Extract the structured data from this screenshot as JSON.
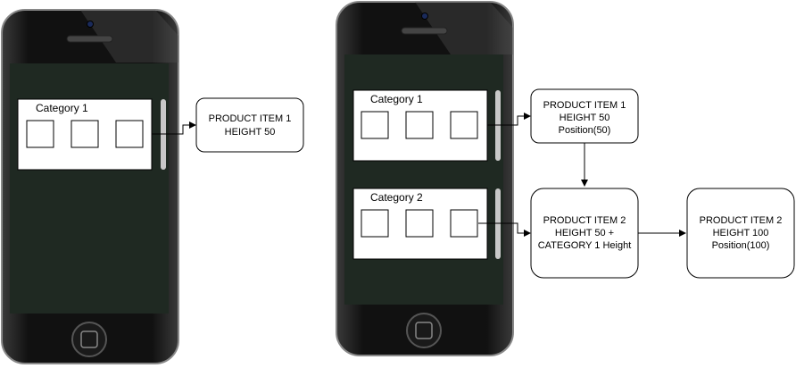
{
  "left_phone": {
    "category": {
      "label": "Category 1"
    },
    "product_box": {
      "lines": [
        "PRODUCT ITEM 1",
        "HEIGHT 50"
      ]
    }
  },
  "right_phone": {
    "category_1": {
      "label": "Category 1"
    },
    "category_2": {
      "label": "Category 2"
    },
    "product_box_1": {
      "lines": [
        "PRODUCT ITEM 1",
        "HEIGHT 50",
        "Position(50)"
      ]
    },
    "product_box_2": {
      "lines": [
        "PRODUCT ITEM 2",
        "HEIGHT 50 +",
        "CATEGORY 1 Height"
      ]
    },
    "product_box_3": {
      "lines": [
        "PRODUCT ITEM 2",
        "HEIGHT 100",
        "Position(100)"
      ]
    }
  }
}
